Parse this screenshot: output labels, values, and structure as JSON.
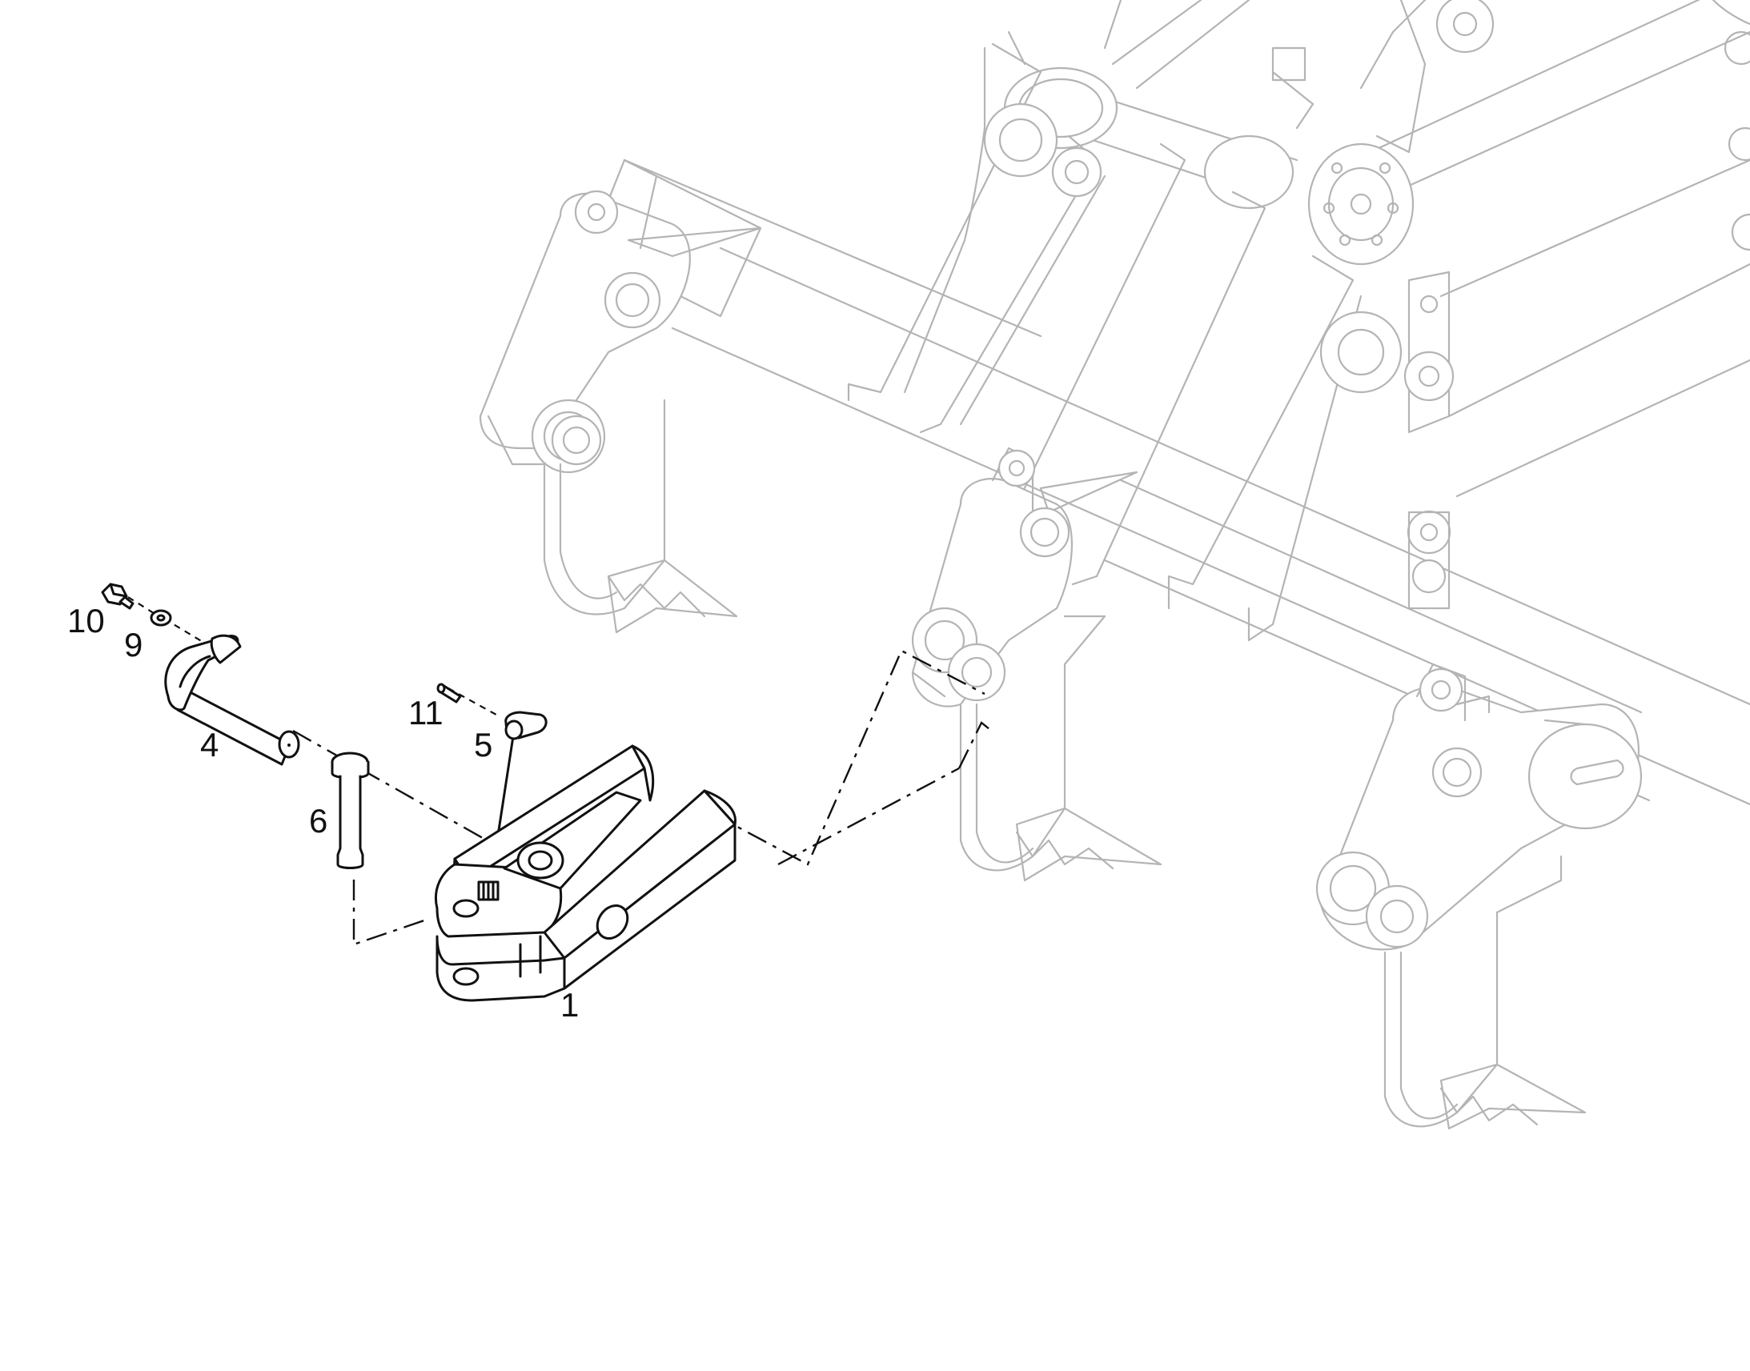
{
  "diagram": {
    "callouts": [
      {
        "id": "c1",
        "label": "1"
      },
      {
        "id": "c4",
        "label": "4"
      },
      {
        "id": "c5",
        "label": "5"
      },
      {
        "id": "c6",
        "label": "6"
      },
      {
        "id": "c9",
        "label": "9"
      },
      {
        "id": "c10",
        "label": "10"
      },
      {
        "id": "c11",
        "label": "11"
      }
    ],
    "colors": {
      "highlighted_parts": "#111111",
      "ghost_assembly": "#b4b4b4",
      "background": "#ffffff"
    }
  }
}
